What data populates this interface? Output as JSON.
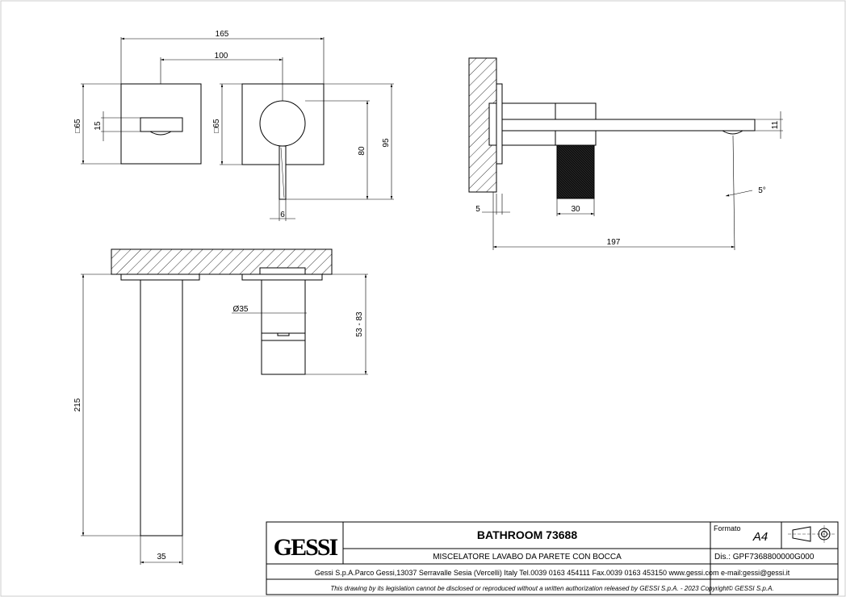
{
  "dimensions": {
    "width_165": "165",
    "width_100": "100",
    "plate_65_left": "□65",
    "handle_15": "15",
    "plate_65_right": "□65",
    "height_80": "80",
    "height_95": "95",
    "lever_6": "6",
    "wall_5": "5",
    "grip_30": "30",
    "reach_197": "197",
    "spout_11": "11",
    "angle_5": "5°",
    "diameter_35": "Ø35",
    "body_53_83": "53 - 83",
    "depth_215": "215",
    "spout_width_35": "35"
  },
  "title_block": {
    "logo": "GESSI",
    "title": "BATHROOM 73688",
    "description": "MISCELATORE LAVABO DA PARETE CON BOCCA",
    "formato_label": "Formato",
    "formato_value": "A4",
    "drawing_number": "Dis.: GPF7368800000G000",
    "company_line": "Gessi S.p.A.Parco Gessi,13037 Serravalle Sesia (Vercelli) Italy Tel.0039 0163 454111 Fax.0039 0163 453150 www.gessi.com e-mail:gessi@gessi.it",
    "copyright_line": "This drawing by its legislation cannot be disclosed or reproduced without a written authorization released by GESSI S.p.A. - 2023 Copyright© GESSI S.p.A."
  }
}
